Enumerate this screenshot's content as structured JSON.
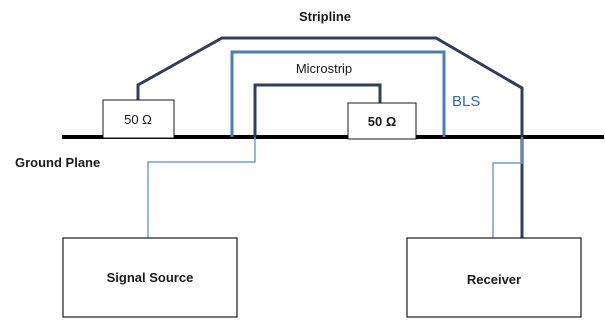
{
  "labels": {
    "stripline": "Stripline",
    "microstrip": "Microstrip",
    "bls": "BLS",
    "ground_plane": "Ground Plane",
    "term_left": "50 Ω",
    "term_right": "50 Ω",
    "signal_source": "Signal Source",
    "receiver": "Receiver"
  },
  "colors": {
    "dark_line": "#2f3e5c",
    "blue_line": "#4a7fb5",
    "light_wire": "#6fa0cf",
    "ground": "#000000",
    "bls_text": "#2e6aa8"
  }
}
